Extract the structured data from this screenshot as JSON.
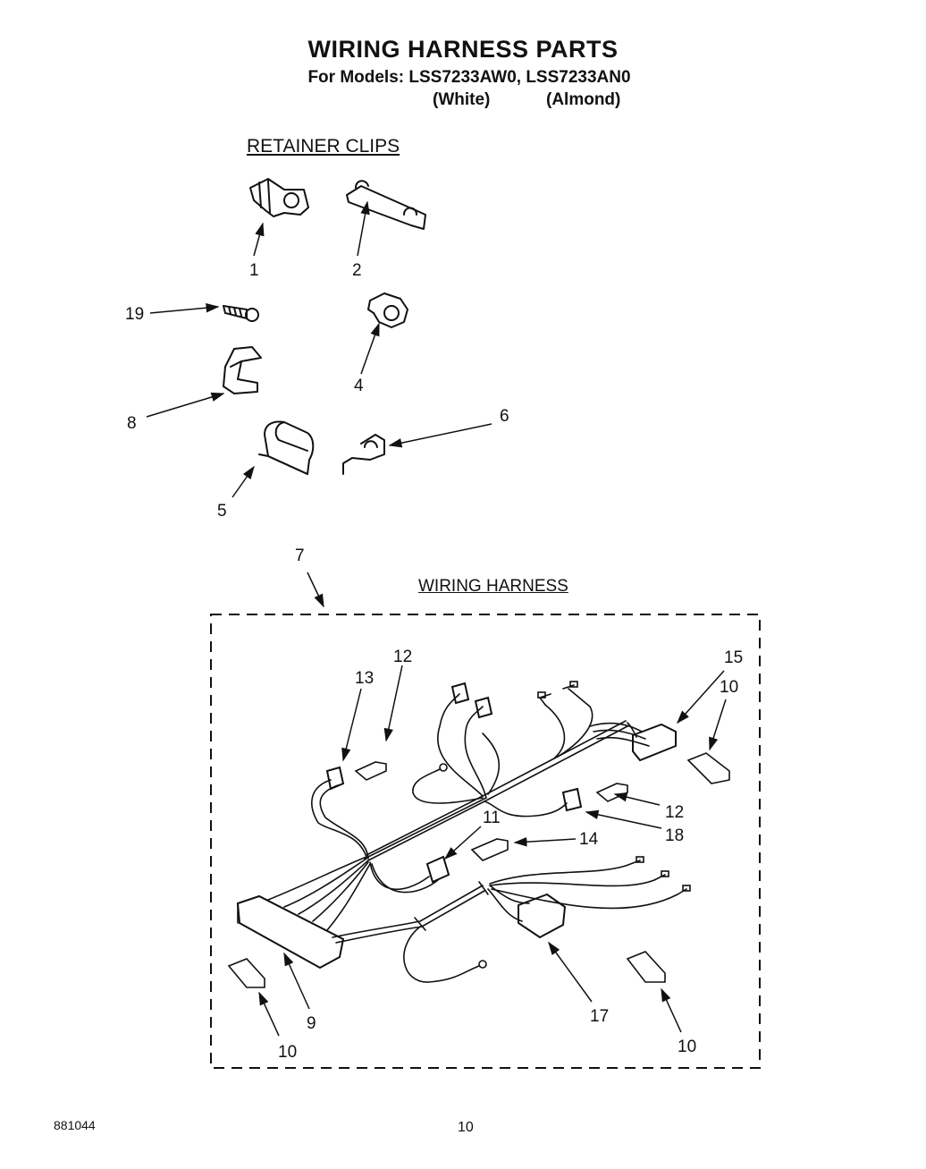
{
  "header": {
    "title": "WIRING HARNESS PARTS",
    "models": "For Models: LSS7233AW0, LSS7233AN0",
    "color_white": "(White)",
    "color_almond": "(Almond)"
  },
  "sections": {
    "retainer_clips": "RETAINER CLIPS",
    "wiring_harness": "WIRING HARNESS"
  },
  "callouts": {
    "c1": "1",
    "c2": "2",
    "c19": "19",
    "c4": "4",
    "c8": "8",
    "c6": "6",
    "c5": "5",
    "c7": "7",
    "c12a": "12",
    "c13": "13",
    "c15": "15",
    "c10a": "10",
    "c12b": "12",
    "c18": "18",
    "c11": "11",
    "c14": "14",
    "c9": "9",
    "c10b": "10",
    "c17": "17",
    "c10c": "10"
  },
  "footer": {
    "doc_code": "881044",
    "page_number": "10"
  }
}
